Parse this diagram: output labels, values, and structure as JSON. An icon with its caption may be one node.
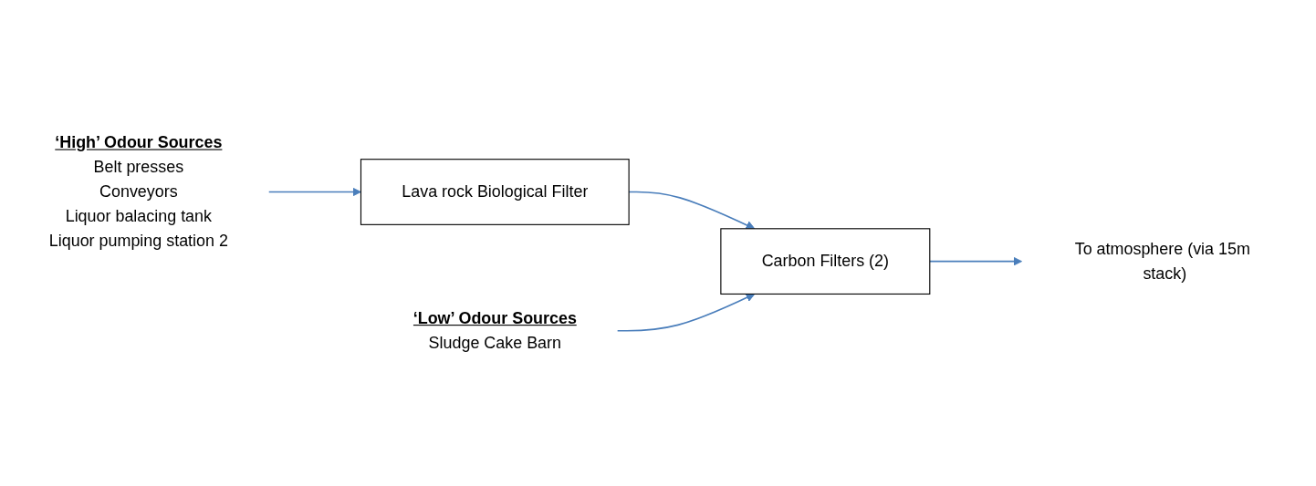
{
  "diagram": {
    "nodes": [
      {
        "text": [
          "‘High’ Odour Sources",
          "Belt presses",
          "Conveyors",
          "Liquor balacing tank",
          "Liquor pumping station 2"
        ]
      },
      {
        "text": [
          "Lava rock Biological Filter"
        ]
      },
      {
        "text": [
          "Carbon Filters (2)"
        ]
      },
      {
        "text": [
          "‘Low’ Odour Sources",
          "Sludge Cake Barn"
        ]
      },
      {
        "text": [
          "To atmosphere (via 15m stack)"
        ]
      }
    ],
    "edges": [
      {
        "from": 0,
        "to": 1,
        "arrow": "to"
      },
      {
        "from": 1,
        "to": 2,
        "arrow": "to"
      },
      {
        "from": 3,
        "to": 2,
        "arrow": "to"
      },
      {
        "from": 2,
        "to": 4,
        "arrow": "to"
      }
    ]
  }
}
